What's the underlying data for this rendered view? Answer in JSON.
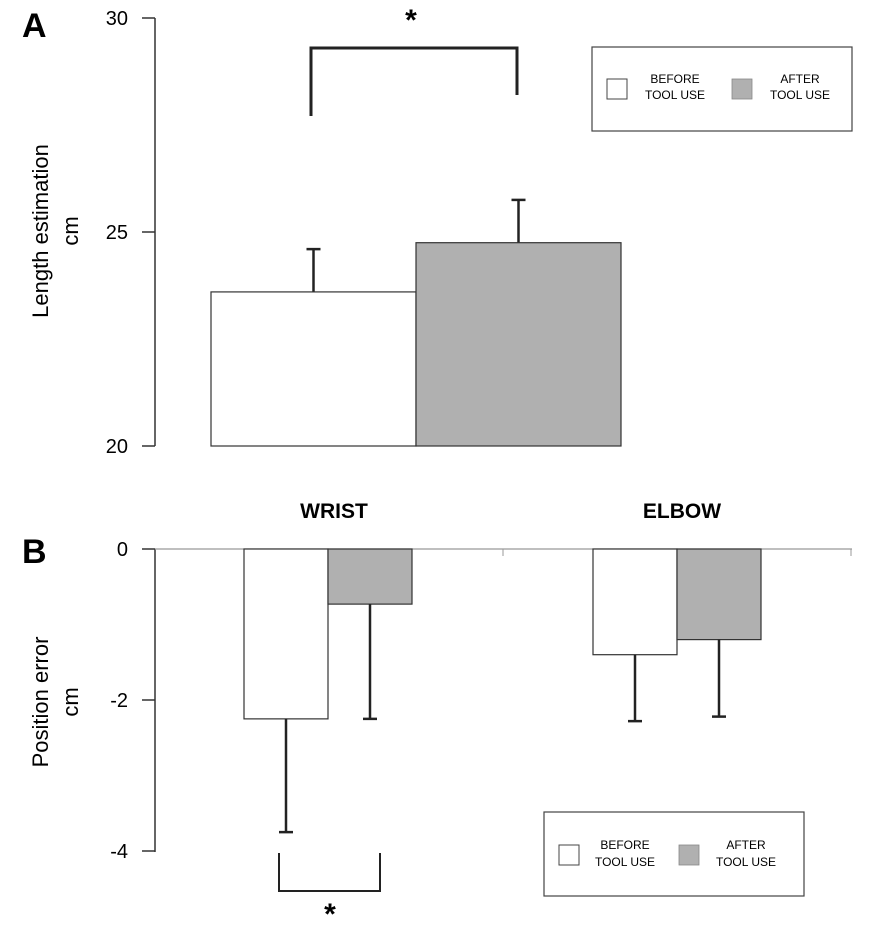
{
  "chart_data": [
    {
      "type": "bar",
      "panel_label": "A",
      "ylabel_lines": [
        "Length estimation",
        "cm"
      ],
      "ylim": [
        20,
        30
      ],
      "yticks": [
        "30",
        "25",
        "20"
      ],
      "series": [
        {
          "name": "BEFORE TOOL USE",
          "legend_lines": [
            "BEFORE",
            "TOOL USE"
          ],
          "color": "#ffffff",
          "values": [
            23.6
          ],
          "errors": [
            1.0
          ]
        },
        {
          "name": "AFTER TOOL USE",
          "legend_lines": [
            "AFTER",
            "TOOL USE"
          ],
          "color": "#b0b0b0",
          "values": [
            24.75
          ],
          "errors": [
            1.0
          ]
        }
      ],
      "significance": "*",
      "legend_position": "top-right"
    },
    {
      "type": "bar",
      "panel_label": "B",
      "ylabel_lines": [
        "Position error",
        "cm"
      ],
      "ylim": [
        -4,
        0
      ],
      "yticks": [
        "0",
        "-2",
        "-4"
      ],
      "categories": [
        "WRIST",
        "ELBOW"
      ],
      "series": [
        {
          "name": "BEFORE TOOL USE",
          "legend_lines": [
            "BEFORE",
            "TOOL USE"
          ],
          "color": "#ffffff",
          "values": [
            -2.25,
            -1.4
          ],
          "errors": [
            1.5,
            0.88
          ]
        },
        {
          "name": "AFTER TOOL USE",
          "legend_lines": [
            "AFTER",
            "TOOL USE"
          ],
          "color": "#b0b0b0",
          "values": [
            -0.73,
            -1.2
          ],
          "errors": [
            1.52,
            1.02
          ]
        }
      ],
      "significance": "*",
      "legend_position": "bottom-right"
    }
  ]
}
